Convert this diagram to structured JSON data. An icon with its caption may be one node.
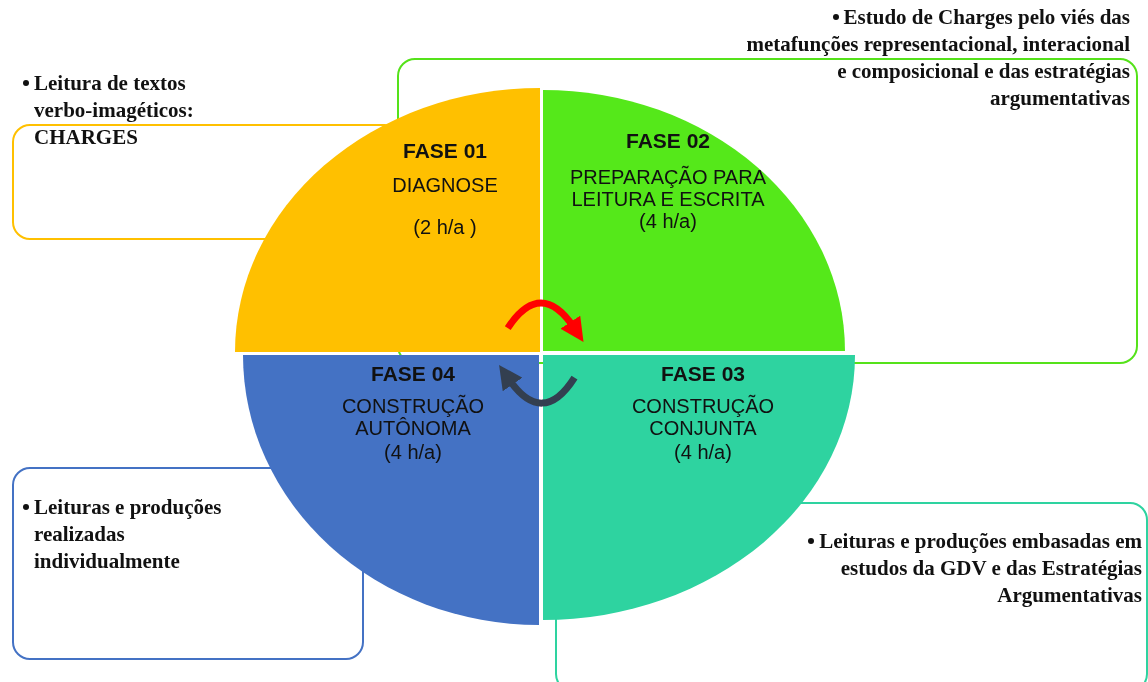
{
  "diagram": {
    "nodes": [
      {
        "text": [
          "Leitura de textos verbo-imagéticos: CHARGES"
        ]
      },
      {
        "text": [
          "Estudo de Charges pelo viés das metafunções representacional, interacional e composicional e das estratégias argumentativas"
        ]
      },
      {
        "text": [
          "FASE 01",
          "DIAGNOSE",
          "(2 h/a )"
        ]
      },
      {
        "text": [
          "FASE 02",
          "PREPARAÇÃO PARA LEITURA E  ESCRITA (4 h/a)"
        ]
      },
      {
        "text": [
          "FASE 04",
          "CONSTRUÇÃO AUTÔNOMA",
          "(4 h/a)"
        ]
      },
      {
        "text": [
          "FASE 03",
          "CONSTRUÇÃO CONJUNTA",
          "(4 h/a)"
        ]
      },
      {
        "text": [
          "Leituras e produções realizadas individualmente"
        ]
      },
      {
        "text": [
          "Leituras e produções embasadas em estudos da GDV e das Estratégias Argumentativas"
        ]
      }
    ],
    "edges": [
      {
        "from": 2,
        "to": 3,
        "arrow": "to",
        "color": "#ff0000"
      },
      {
        "from": 5,
        "to": 4,
        "arrow": "to",
        "color": "#333f50"
      }
    ]
  }
}
